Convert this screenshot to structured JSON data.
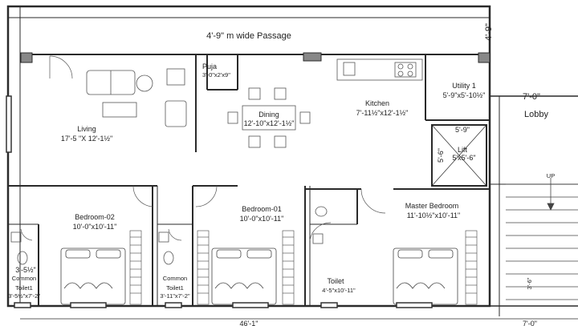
{
  "labels": {
    "passage": "4'-9\"  m wide Passage",
    "passage_dim": "4'-9\"",
    "puja_name": "Puja",
    "puja_dim": "3'-0\"x2'x9\"",
    "dining_name": "Dining",
    "dining_dim": "12'-10\"x12'-1½\"",
    "kitchen_name": "Kitchen",
    "kitchen_dim": "7'-11½\"x12'-1½\"",
    "utility_name": "Utility 1",
    "utility_dim": "5'-9\"x5'-10½\"",
    "lobby_dim": "7'-0\"",
    "lobby_name": "Lobby",
    "lift_width": "5'-9\"",
    "lift_height": "5'-6\"",
    "lift_name": "Lift",
    "lift_dim": "5'x5'-6\"",
    "living_name": "Living",
    "living_dim": "17'-5 \"X 12'-1½\"",
    "bedroom02_name": "Bedroom-02",
    "bedroom02_dim": "10'-0\"x10'-11\"",
    "bedroom01_name": "Bedroom-01",
    "bedroom01_dim": "10'-0\"x10'-11\"",
    "master_name": "Master Bedroom",
    "master_dim": "11'-10½\"x10'-11\"",
    "toilet_master_name": "Toilet",
    "toilet_master_dim": "4'-5\"x10'-11\"",
    "common1_dim_top": "3'-5½\"",
    "common1_name": "Common",
    "common1_toilet": "Toilet1",
    "common1_dim": "3'-5½\"x7'-2\"",
    "common2_name": "Common",
    "common2_toilet": "Toilet1",
    "common2_dim": "3'-11\"x7'-2\"",
    "up": "UP",
    "stair_dim": "3'-6\"",
    "bottom_dim": "46'-1\"",
    "bottom_dim_right": "7'-0\""
  },
  "colors": {
    "wall": "#2a2a2a",
    "line": "#333333",
    "furniture": "#555555"
  }
}
